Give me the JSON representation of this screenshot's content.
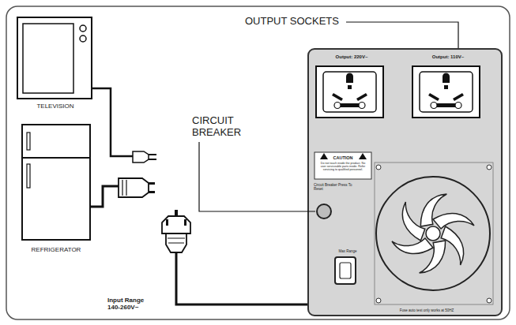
{
  "diagram": {
    "labels": [
      "OUTPUT SOCKETS",
      "Output: 220V~",
      "Output: 110V~",
      "CIRCUIT BREAKER",
      "TELEVISION",
      "REFRIGERATOR",
      "CAUTION",
      "Do not touch inside the product. No user serviceable parts inside. Refer servicing to qualified personnel.",
      "Circuit Breaker Press To Reset",
      "Max Range",
      "Fuse auto test only works at 50HZ",
      "Input Range 140-260V~"
    ]
  }
}
